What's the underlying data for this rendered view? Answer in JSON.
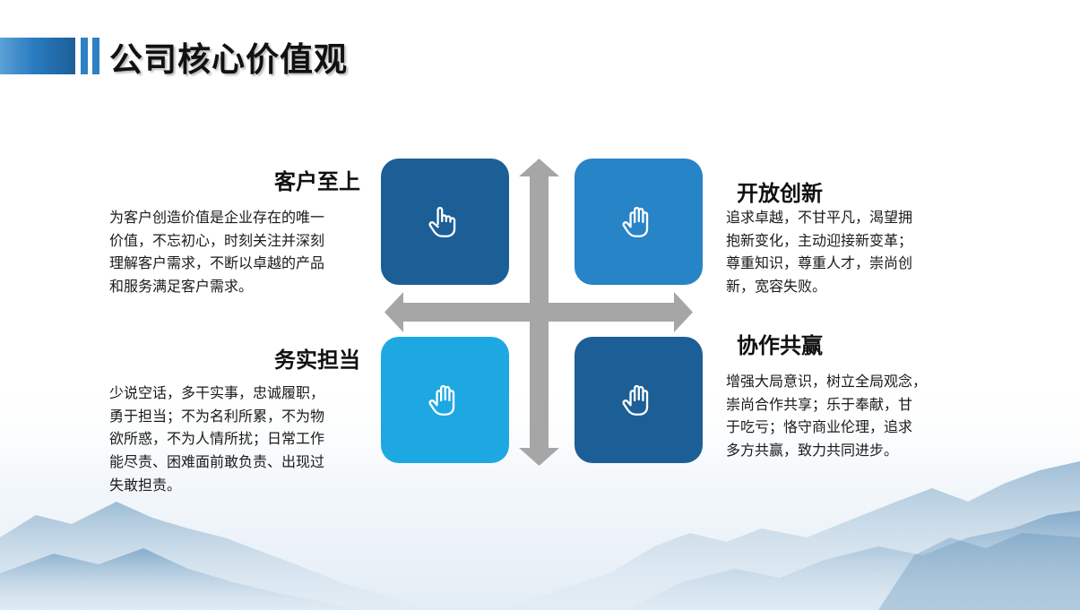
{
  "page": {
    "title": "公司核心价值观"
  },
  "colors": {
    "dark_blue": "#1b5f96",
    "mid_blue": "#2784c7",
    "light_blue": "#1ea8e1",
    "arrow_gray": "#a6a6a6"
  },
  "values": [
    {
      "id": "customer-first",
      "title": "客户至上",
      "icon": "hand-pointing-icon",
      "lines": [
        "为客户创造价值是企业存在的唯一",
        "价值，不忘初心，时刻关注并深刻",
        "理解客户需求，不断以卓越的产品",
        "和服务满足客户需求。"
      ]
    },
    {
      "id": "open-innovation",
      "title": "开放创新",
      "icon": "hand-open-icon",
      "lines": [
        "追求卓越，不甘平凡，渴望拥",
        "抱新变化，主动迎接新变革；",
        "尊重知识，尊重人才，崇尚创",
        "新，宽容失败。"
      ]
    },
    {
      "id": "pragmatic-responsibility",
      "title": "务实担当",
      "icon": "hand-open-icon",
      "lines": [
        "少说空话，多干实事，忠诚履职，",
        "勇于担当；不为名利所累，不为物",
        "欲所惑，不为人情所扰；日常工作",
        "能尽责、困难面前敢负责、出现过",
        "失敢担责。"
      ]
    },
    {
      "id": "win-win-cooperation",
      "title": "协作共赢",
      "icon": "hand-open-icon",
      "lines": [
        "增强大局意识，树立全局观念，",
        "崇尚合作共享；乐于奉献，甘",
        "于吃亏；恪守商业伦理，追求",
        "多方共赢，致力共同进步。"
      ]
    }
  ]
}
